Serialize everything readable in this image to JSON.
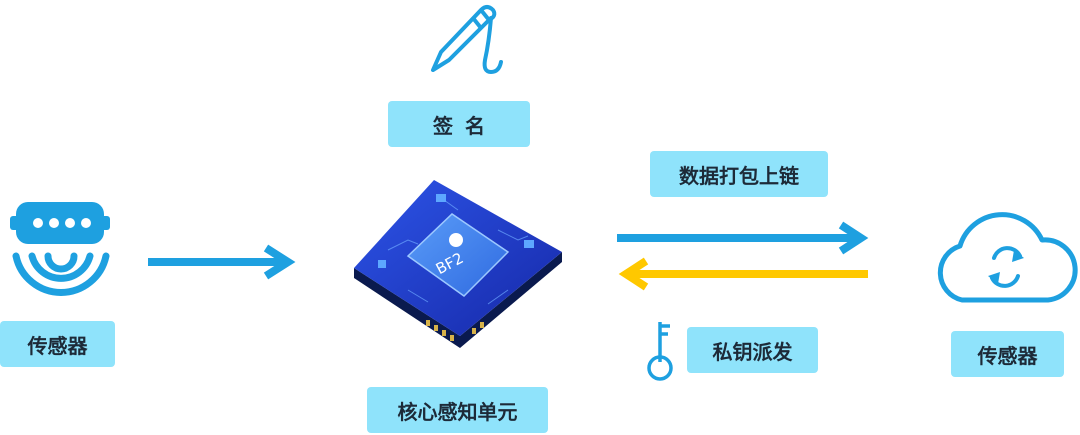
{
  "labels": {
    "sensor_left": "传感器",
    "sign": "签名",
    "core_unit": "核心感知单元",
    "pack_onchain": "数据打包上链",
    "key_distribution": "私钥派发",
    "sensor_right": "传感器"
  },
  "chip": {
    "text": "BF2"
  },
  "icons": {
    "sensor": "sensor-signal-icon",
    "pen": "pen-signature-icon",
    "chip": "chip-icon",
    "key": "key-icon",
    "cloud": "cloud-sync-icon"
  },
  "colors": {
    "primary_blue": "#1ea0e0",
    "arrow_yellow": "#ffc800",
    "label_bg": "#8fe3fb",
    "chip_blue": "#1b34c8",
    "text_dark": "#1d2a38"
  }
}
